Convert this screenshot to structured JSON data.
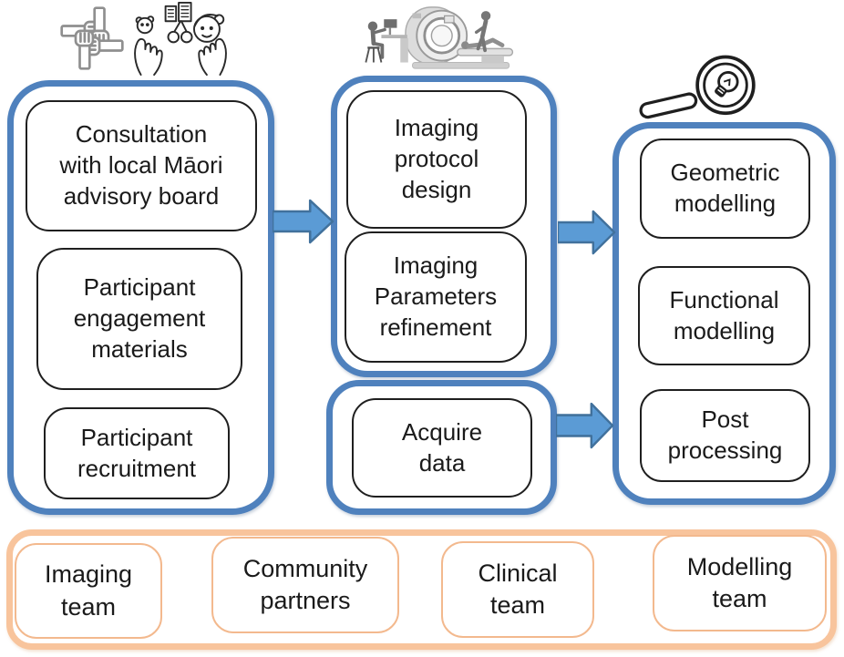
{
  "diagram_name": "study-workflow-diagram",
  "colors": {
    "stage_border_blue": "#4f81bd",
    "arrow_fill": "#5b9bd5",
    "arrow_outline": "#41719c",
    "team_band_border": "#f8c49c",
    "node_border": "#1f1f1f",
    "text": "#1a1a1a"
  },
  "icons": {
    "top_left_a": "teamwork-hands",
    "top_left_b": "community-in-hands",
    "middle_top": "mri-scanner",
    "right_top": "magnifier-lightbulb"
  },
  "groups": [
    {
      "name": "community-engagement",
      "boxes": [
        "Consultation\nwith local Māori\nadvisory board",
        "Participant\nengagement\nmaterials",
        "Participant\nrecruitment"
      ]
    },
    {
      "name": "imaging-design",
      "boxes": [
        "Imaging\nprotocol\ndesign",
        "Imaging\nParameters\nrefinement"
      ]
    },
    {
      "name": "data-acquisition",
      "boxes": [
        "Acquire\ndata"
      ]
    },
    {
      "name": "modelling",
      "boxes": [
        "Geometric\nmodelling",
        "Functional\nmodelling",
        "Post\nprocessing"
      ]
    }
  ],
  "teams": [
    "Imaging\nteam",
    "Community\npartners",
    "Clinical\nteam",
    "Modelling\nteam"
  ]
}
